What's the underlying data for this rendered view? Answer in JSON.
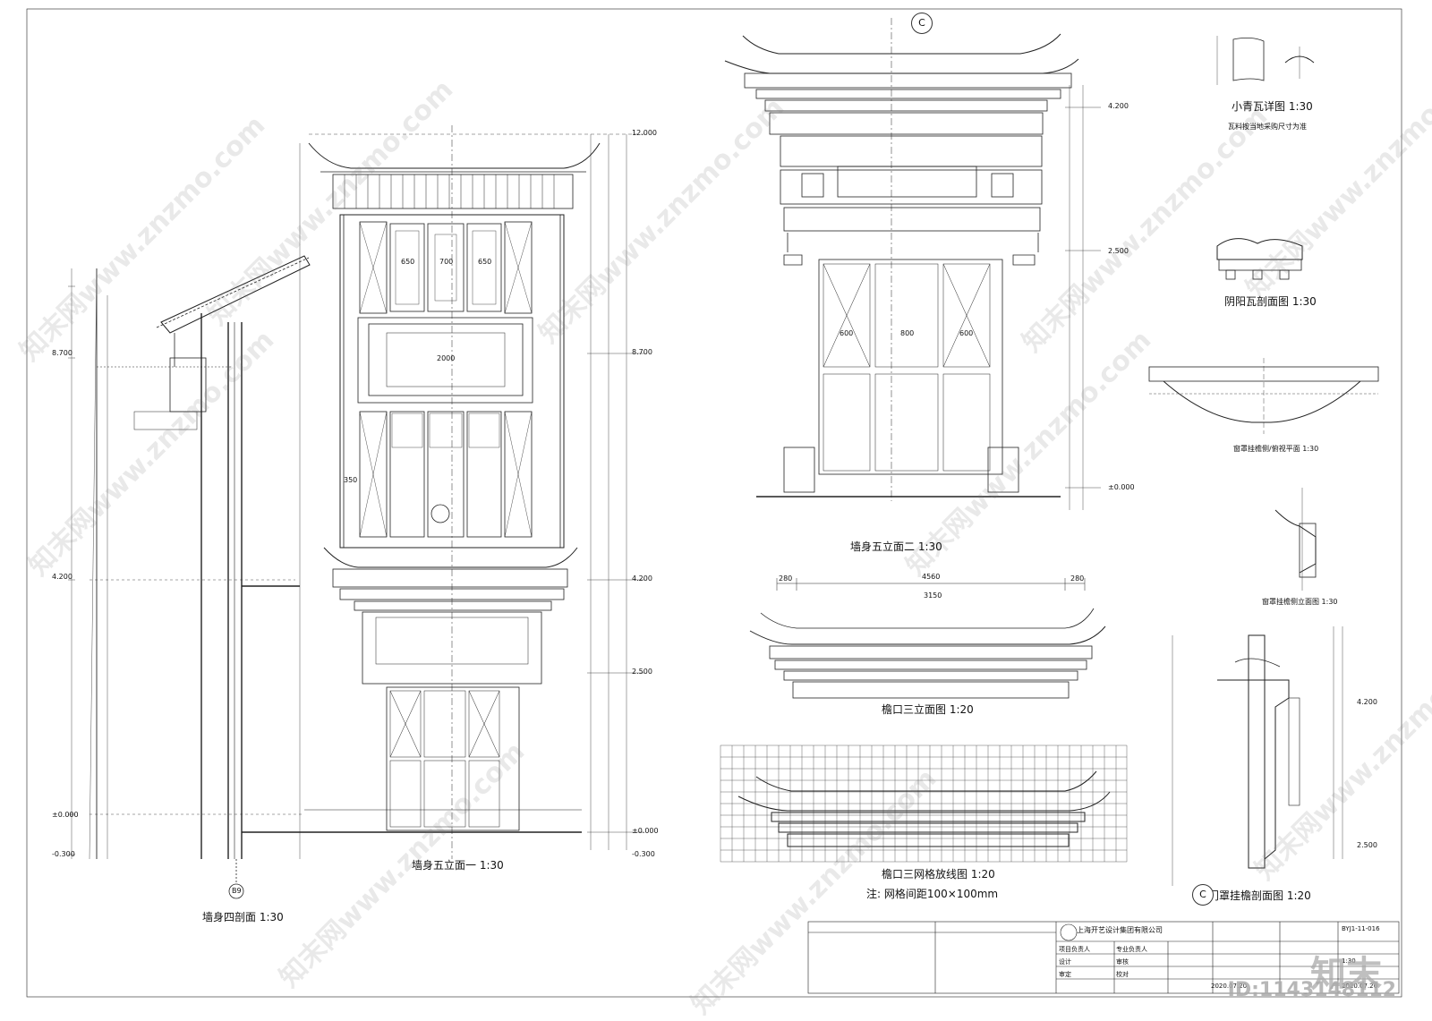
{
  "drawing_titles": {
    "section_four": "墙身四剖面 1:30",
    "elevation_one": "墙身五立面一 1:30",
    "elevation_two": "墙身五立面二 1:30",
    "eave_elevation": "檐口三立面图 1:20",
    "eave_grid": "檐口三网格放线图 1:20",
    "grid_note": "注: 网格间距100×100mm",
    "small_tile": "小青瓦详图 1:30",
    "tile_note": "瓦料按当地采购尺寸为准",
    "yinyang_tile": "阴阳瓦剖面图 1:30",
    "canopy_plan": "窗罩挂檐侧/俯视平面 1:30",
    "canopy_side": "窗罩挂檐侧立面图 1:30",
    "door_canopy": "门罩挂檐剖面图 1:20"
  },
  "dimensions": {
    "total_width": "4560",
    "mid_width": "3150",
    "side_width": "280",
    "d1": "650",
    "d2": "700",
    "d3": "2000",
    "d4": "350",
    "d5": "600",
    "d6": "800",
    "level_top": "12.000",
    "level_a": "8.700",
    "level_b": "4.200",
    "level_c": "2.500",
    "level_zero": "±0.000",
    "level_neg": "-0.300"
  },
  "markers": {
    "c": "C",
    "b9": "B9"
  },
  "title_block": {
    "company": "上海开艺设计集团有限公司",
    "col_a": "项目负责人",
    "col_b": "专业负责人",
    "col_c": "设计",
    "col_d": "审定",
    "col_e": "审核",
    "col_f": "校对",
    "date1": "2020.07.20",
    "date2": "2020.07.20",
    "scale": "1:30",
    "drawing_no": "BYJ1-11-016"
  },
  "watermark": {
    "text": "知末网www.znzmo.com",
    "logo": "知末",
    "id": "ID:1143148112"
  }
}
